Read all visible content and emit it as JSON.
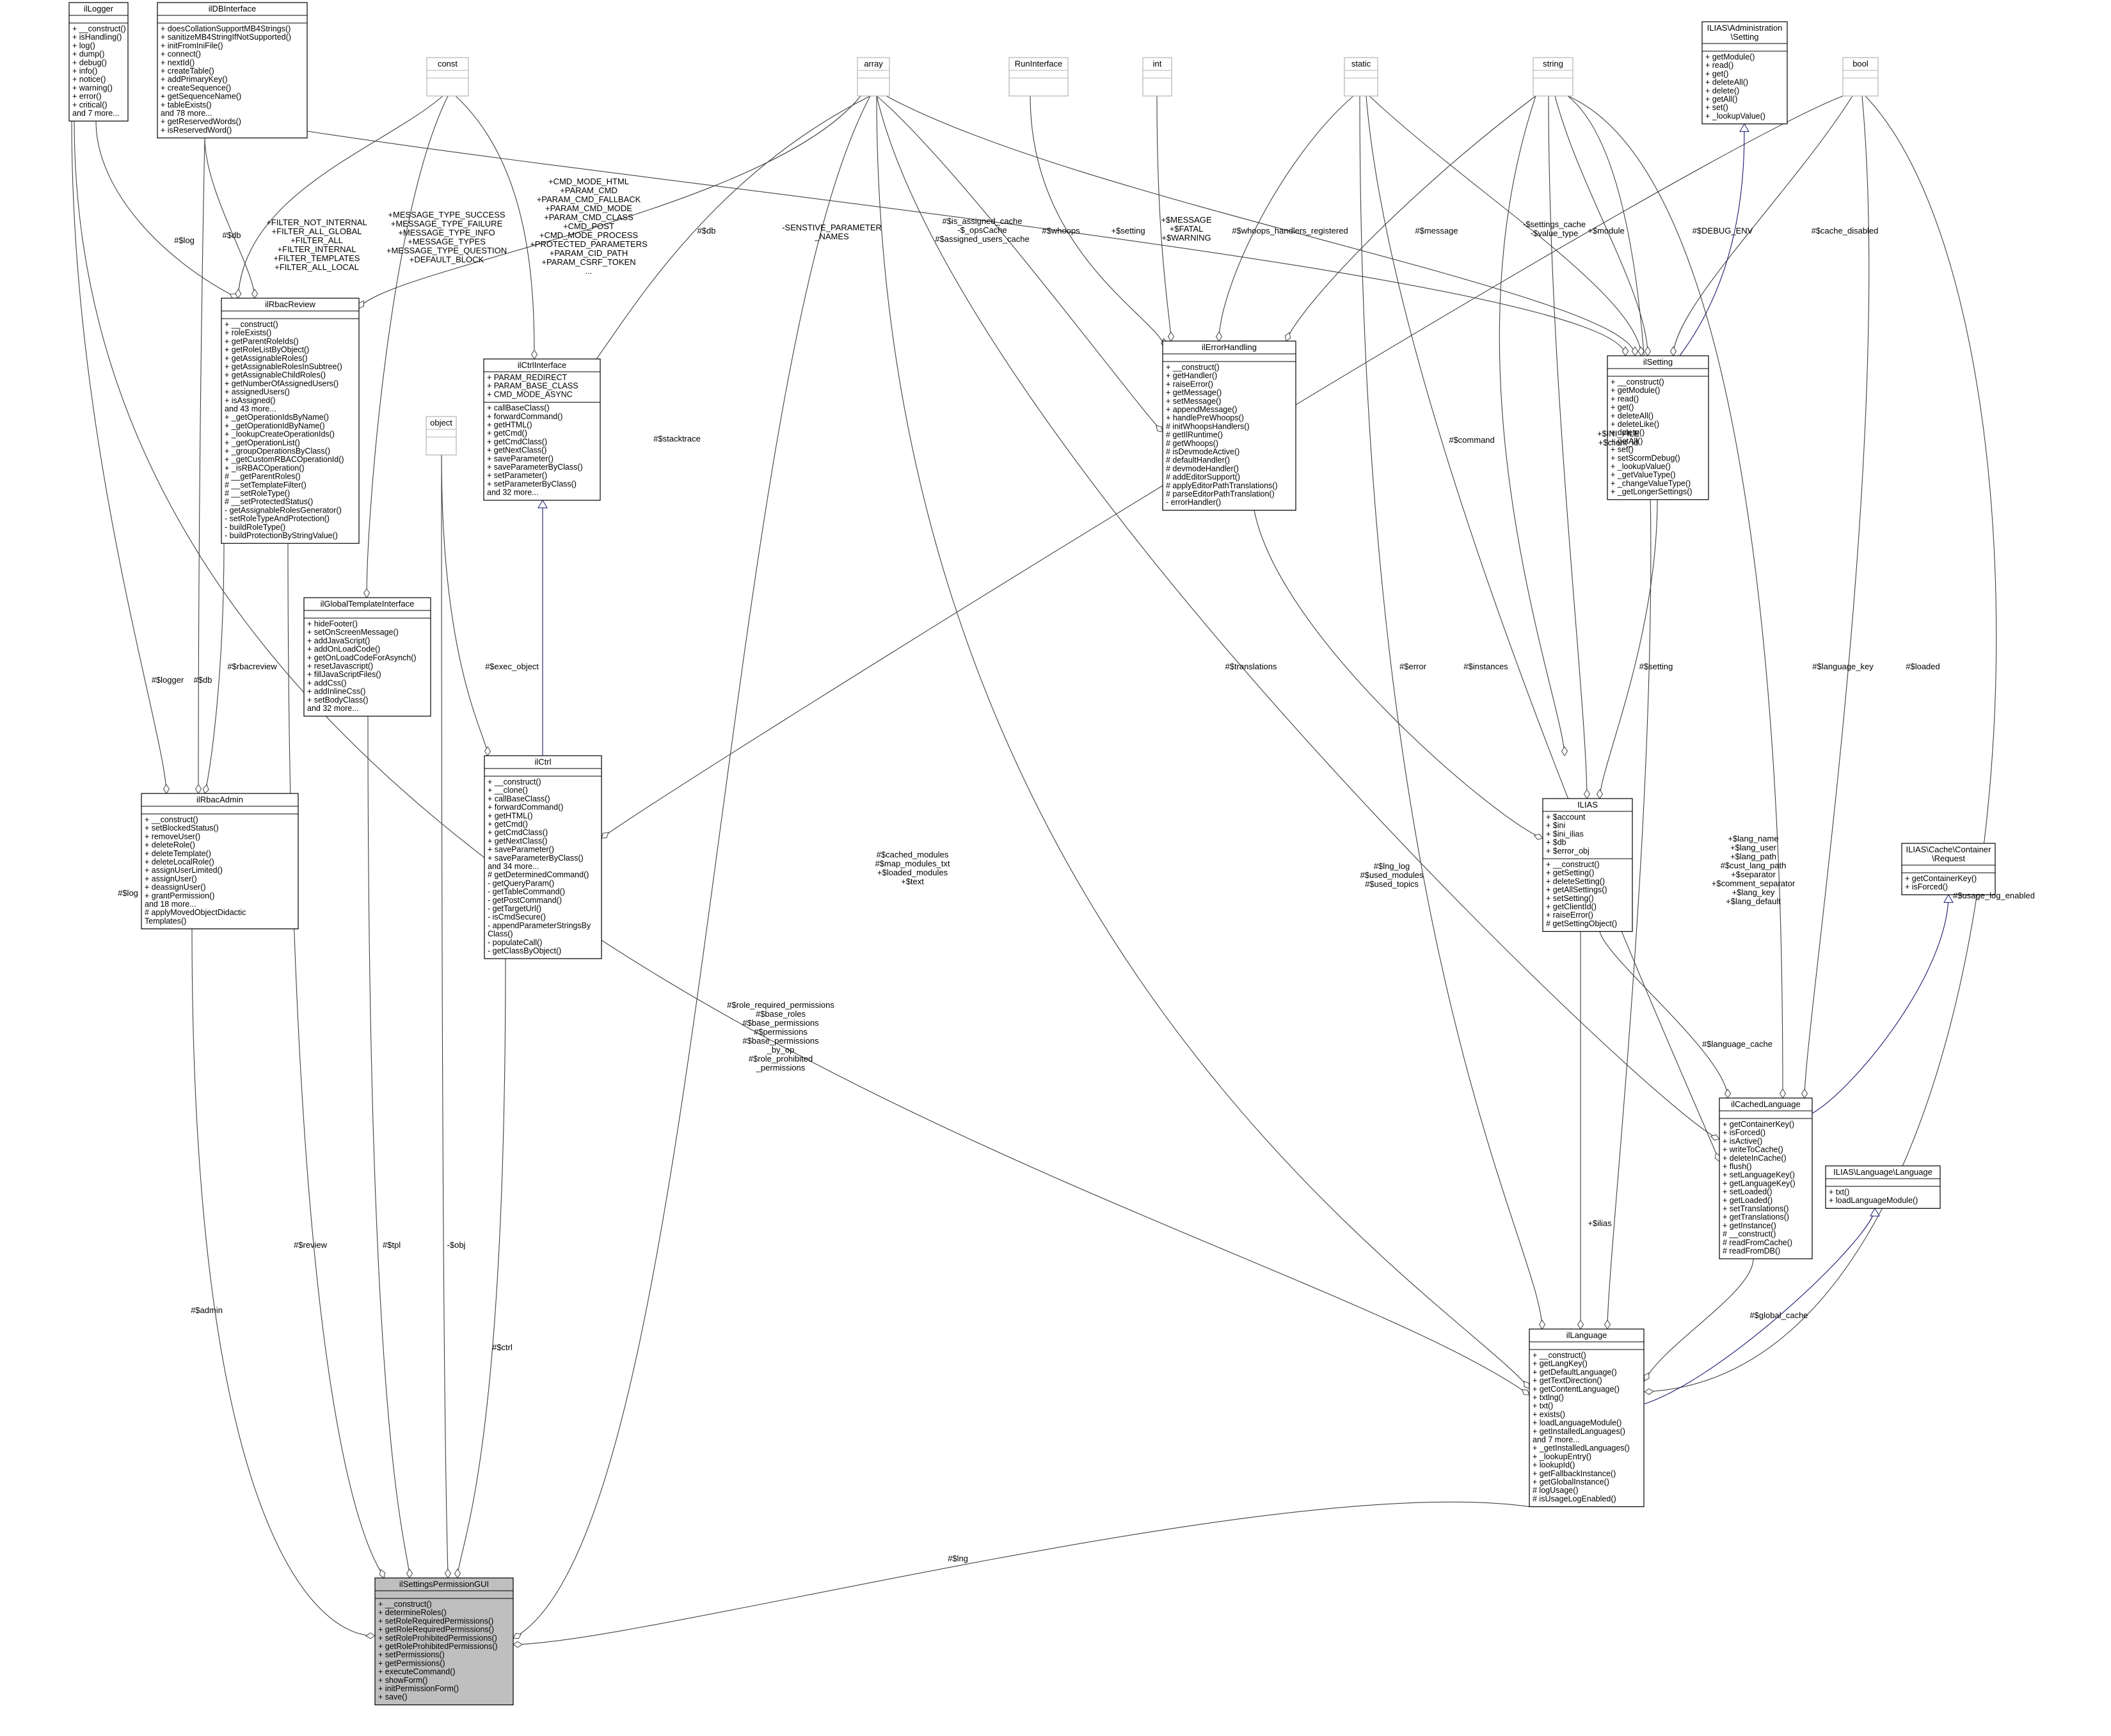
{
  "classes": [
    {
      "key": "illogger",
      "name": "ilLogger",
      "members": [
        "+ __construct()",
        "+ isHandling()",
        "+ log()",
        "+ dump()",
        "+ debug()",
        "+ info()",
        "+ notice()",
        "+ warning()",
        "+ error()",
        "+ critical()",
        "and 7 more..."
      ]
    },
    {
      "key": "ildbinterface",
      "name": "ilDBInterface",
      "members": [
        "+ doesCollationSupportMB4Strings()",
        "+ sanitizeMB4StringIfNotSupported()",
        "+ initFromIniFile()",
        "+ connect()",
        "+ nextId()",
        "+ createTable()",
        "+ addPrimaryKey()",
        "+ createSequence()",
        "+ getSequenceName()",
        "+ tableExists()",
        "and 78 more...",
        "+ getReservedWords()",
        "+ isReservedWord()"
      ]
    },
    {
      "key": "const",
      "name": "const",
      "members": []
    },
    {
      "key": "array",
      "name": "array",
      "members": []
    },
    {
      "key": "runinterface",
      "name": "RunInterface",
      "members": []
    },
    {
      "key": "int",
      "name": "int",
      "members": []
    },
    {
      "key": "static",
      "name": "static",
      "members": []
    },
    {
      "key": "string",
      "name": "string",
      "members": []
    },
    {
      "key": "adminsetting",
      "name": "ILIAS\\Administration\n\\Setting",
      "members": [
        "+ getModule()",
        "+ read()",
        "+ get()",
        "+ deleteAll()",
        "+ delete()",
        "+ getAll()",
        "+ set()",
        "+ _lookupValue()"
      ]
    },
    {
      "key": "bool",
      "name": "bool",
      "members": []
    },
    {
      "key": "ilrbacreview",
      "name": "ilRbacReview",
      "members": [
        "+ __construct()",
        "+ roleExists()",
        "+ getParentRoleIds()",
        "+ getRoleListByObject()",
        "+ getAssignableRoles()",
        "+ getAssignableRolesInSubtree()",
        "+ getAssignableChildRoles()",
        "+ getNumberOfAssignedUsers()",
        "+ assignedUsers()",
        "+ isAssigned()",
        "and 43 more...",
        "+ _getOperationIdsByName()",
        "+ _getOperationIdByName()",
        "+ _lookupCreateOperationIds()",
        "+ _getOperationList()",
        "+ _groupOperationsByClass()",
        "+ _getCustomRBACOperationId()",
        "+ _isRBACOperation()",
        "# __getParentRoles()",
        "# __setTemplateFilter()",
        "# __setRoleType()",
        "# __setProtectedStatus()",
        "- getAssignableRolesGenerator()",
        "- setRoleTypeAndProtection()",
        "- buildRoleType()",
        "- buildProtectionByStringValue()"
      ]
    },
    {
      "key": "object",
      "name": "object",
      "members": []
    },
    {
      "key": "ilctrlinterface",
      "name": "ilCtrlInterface",
      "attributes": [
        "+ PARAM_REDIRECT",
        "+ PARAM_BASE_CLASS",
        "+ CMD_MODE_ASYNC"
      ],
      "members": [
        "+ callBaseClass()",
        "+ forwardCommand()",
        "+ getHTML()",
        "+ getCmd()",
        "+ getCmdClass()",
        "+ getNextClass()",
        "+ saveParameter()",
        "+ saveParameterByClass()",
        "+ setParameter()",
        "+ setParameterByClass()",
        "and 32 more..."
      ]
    },
    {
      "key": "ilerrorhandling",
      "name": "ilErrorHandling",
      "members": [
        "+ __construct()",
        "+ getHandler()",
        "+ raiseError()",
        "+ getMessage()",
        "+ setMessage()",
        "+ appendMessage()",
        "+ handlePreWhoops()",
        "# initWhoopsHandlers()",
        "# getIlRuntime()",
        "# getWhoops()",
        "# isDevmodeActive()",
        "# defaultHandler()",
        "# devmodeHandler()",
        "# addEditorSupport()",
        "# applyEditorPathTranslations()",
        "# parseEditorPathTranslation()",
        "- errorHandler()"
      ]
    },
    {
      "key": "ilsetting",
      "name": "ilSetting",
      "members": [
        "+ __construct()",
        "+ getModule()",
        "+ read()",
        "+ get()",
        "+ deleteAll()",
        "+ deleteLike()",
        "+ delete()",
        "+ getAll()",
        "+ set()",
        "+ setScormDebug()",
        "+ _lookupValue()",
        "+ _getValueType()",
        "+ _changeValueType()",
        "+ _getLongerSettings()"
      ]
    },
    {
      "key": "ilglobaltemplateinterface",
      "name": "ilGlobalTemplateInterface",
      "members": [
        "+ hideFooter()",
        "+ setOnScreenMessage()",
        "+ addJavaScript()",
        "+ addOnLoadCode()",
        "+ getOnLoadCodeForAsynch()",
        "+ resetJavascript()",
        "+ fillJavaScriptFiles()",
        "+ addCss()",
        "+ addInlineCss()",
        "+ setBodyClass()",
        "and 32 more..."
      ]
    },
    {
      "key": "ilctrl",
      "name": "ilCtrl",
      "members": [
        "+ __construct()",
        "+ __clone()",
        "+ callBaseClass()",
        "+ forwardCommand()",
        "+ getHTML()",
        "+ getCmd()",
        "+ getCmdClass()",
        "+ getNextClass()",
        "+ saveParameter()",
        "+ saveParameterByClass()",
        "and 34 more...",
        "# getDeterminedCommand()",
        "- getQueryParam()",
        "- getTableCommand()",
        "- getPostCommand()",
        "- getTargetUrl()",
        "- isCmdSecure()",
        "- appendParameterStringsBy",
        "Class()",
        "- populateCall()",
        "- getClassByObject()"
      ]
    },
    {
      "key": "ilrbacadmin",
      "name": "ilRbacAdmin",
      "members": [
        "+ __construct()",
        "+ setBlockedStatus()",
        "+ removeUser()",
        "+ deleteRole()",
        "+ deleteTemplate()",
        "+ deleteLocalRole()",
        "+ assignUserLimited()",
        "+ assignUser()",
        "+ deassignUser()",
        "+ grantPermission()",
        "and 18 more...",
        "# applyMovedObjectDidactic",
        "Templates()"
      ]
    },
    {
      "key": "ilias",
      "name": "ILIAS",
      "attributes": [
        "+ $account",
        "+ $ini",
        "+ $ini_ilias",
        "+ $db",
        "+ $error_obj"
      ],
      "members": [
        "+ __construct()",
        "+ getSetting()",
        "+ deleteSetting()",
        "+ getAllSettings()",
        "+ setSetting()",
        "+ getClientId()",
        "+ raiseError()",
        "# getSettingObject()"
      ]
    },
    {
      "key": "cacherequest",
      "name": "ILIAS\\Cache\\Container\n\\Request",
      "members": [
        "+ getContainerKey()",
        "+ isForced()"
      ]
    },
    {
      "key": "ilcachedlanguage",
      "name": "ilCachedLanguage",
      "members": [
        "+ getContainerKey()",
        "+ isForced()",
        "+ isActive()",
        "+ writeToCache()",
        "+ deleteInCache()",
        "+ flush()",
        "+ setLanguageKey()",
        "+ getLanguageKey()",
        "+ setLoaded()",
        "+ getLoaded()",
        "+ setTranslations()",
        "+ getTranslations()",
        "+ getInstance()",
        "# __construct()",
        "# readFromCache()",
        "# readFromDB()"
      ]
    },
    {
      "key": "langlanguage",
      "name": "ILIAS\\Language\\Language",
      "members": [
        "+ txt()",
        "+ loadLanguageModule()"
      ]
    },
    {
      "key": "illanguage",
      "name": "ilLanguage",
      "members": [
        "+ __construct()",
        "+ getLangKey()",
        "+ getDefaultLanguage()",
        "+ getTextDirection()",
        "+ getContentLanguage()",
        "+ txtlng()",
        "+ txt()",
        "+ exists()",
        "+ loadLanguageModule()",
        "+ getInstalledLanguages()",
        "and 7 more...",
        "+ _getInstalledLanguages()",
        "+ _lookupEntry()",
        "+ lookupId()",
        "+ getFallbackInstance()",
        "+ getGlobalInstance()",
        "# logUsage()",
        "# isUsageLogEnabled()"
      ]
    },
    {
      "key": "ilsettingspermissiongui",
      "name": "ilSettingsPermissionGUI",
      "members": [
        "+ __construct()",
        "+ determineRoles()",
        "+ setRoleRequiredPermissions()",
        "+ getRoleRequiredPermissions()",
        "+ setRoleProhibitedPermissions()",
        "+ getRoleProhibitedPermissions()",
        "+ setPermissions()",
        "+ getPermissions()",
        "+ executeCommand()",
        "+ showForm()",
        "+ initPermissionForm()",
        "+ save()"
      ]
    }
  ],
  "relations": [
    {
      "key": "r_dblog",
      "from": "illogger",
      "to": "ilrbacreview",
      "label": "#$log"
    },
    {
      "key": "r_dbdb",
      "from": "ildbinterface",
      "to": "ilrbacreview",
      "label": "#$db"
    },
    {
      "key": "r_constreview",
      "from": "const",
      "to": "ilrbacreview",
      "label": "+FILTER_NOT_INTERNAL\n+FILTER_ALL_GLOBAL\n+FILTER_ALL\n+FILTER_INTERNAL\n+FILTER_TEMPLATES\n+FILTER_ALL_LOCAL"
    },
    {
      "key": "r_constgt",
      "from": "const",
      "to": "ilglobaltemplateinterface",
      "label": "+MESSAGE_TYPE_SUCCESS\n+MESSAGE_TYPE_FAILURE\n+MESSAGE_TYPE_INFO\n+MESSAGE_TYPES\n+MESSAGE_TYPE_QUESTION\n+DEFAULT_BLOCK"
    },
    {
      "key": "r_constctrl",
      "from": "const",
      "to": "ilctrlinterface",
      "label": "+CMD_MODE_HTML\n+PARAM_CMD\n+PARAM_CMD_FALLBACK\n+PARAM_CMD_MODE\n+PARAM_CMD_CLASS\n+CMD_POST\n+CMD_MODE_PROCESS\n+PROTECTED_PARAMETERS\n+PARAM_CID_PATH\n+PARAM_CSRF_TOKEN\n..."
    },
    {
      "key": "r_arrayctrl",
      "from": "array",
      "to": "ilctrlinterface",
      "label": "#$stacktrace"
    },
    {
      "key": "r_arrayerr",
      "from": "array",
      "to": "ilerrorhandling",
      "label": "-SENSTIVE_PARAMETER\n_NAMES"
    },
    {
      "key": "r_arrayreview",
      "from": "array",
      "to": "ilrbacreview",
      "label": "#$is_assigned_cache\n-$_opsCache\n#$assigned_users_cache"
    },
    {
      "key": "r_dbsetting",
      "from": "ildbinterface",
      "to": "ilsetting",
      "label": "#$db"
    },
    {
      "key": "r_whoops",
      "from": "runinterface",
      "to": "ilerrorhandling",
      "label": "#$whoops"
    },
    {
      "key": "r_settingset",
      "from": "array",
      "to": "ilsetting",
      "label": "+$setting"
    },
    {
      "key": "r_int",
      "from": "int",
      "to": "ilerrorhandling",
      "label": "+$MESSAGE\n+$FATAL\n+$WARNING"
    },
    {
      "key": "r_whoopsreg",
      "from": "static",
      "to": "ilerrorhandling",
      "label": "#$whoops_handlers_registered"
    },
    {
      "key": "r_message",
      "from": "string",
      "to": "ilerrorhandling",
      "label": "#$message"
    },
    {
      "key": "r_settings_cache",
      "from": "string",
      "to": "ilsetting",
      "label": "-$settings_cache\n-$value_type"
    },
    {
      "key": "r_module",
      "from": "string",
      "to": "ilsetting",
      "label": "+$module"
    },
    {
      "key": "r_debugenv",
      "from": "bool",
      "to": "ilctrl",
      "label": "#$DEBUG_ENV"
    },
    {
      "key": "r_cachedisabled",
      "from": "bool",
      "to": "ilsetting",
      "label": "#$cache_disabled"
    },
    {
      "key": "r_inherit_setting",
      "from": "ilsetting",
      "to": "adminsetting",
      "label": ""
    },
    {
      "key": "r_inherit_ctrl",
      "from": "ilctrl",
      "to": "ilctrlinterface",
      "label": ""
    },
    {
      "key": "r_logger",
      "from": "illogger",
      "to": "ilrbacadmin",
      "label": "#$logger"
    },
    {
      "key": "r_admindb",
      "from": "ildbinterface",
      "to": "ilrbacadmin",
      "label": "#$db"
    },
    {
      "key": "r_rbacreview",
      "from": "ilrbacreview",
      "to": "ilrbacadmin",
      "label": "#$rbacreview"
    },
    {
      "key": "r_execobj",
      "from": "object",
      "to": "ilctrl",
      "label": "#$exec_object"
    },
    {
      "key": "r_command",
      "from": "string",
      "to": "ilctrl",
      "label": "#$command"
    },
    {
      "key": "r_ini",
      "from": "string",
      "to": "ilias",
      "label": "+$INI_FILE\n+$client_id"
    },
    {
      "key": "r_error",
      "from": "ilerrorhandling",
      "to": "ilias",
      "label": "#$error"
    },
    {
      "key": "r_iliassetting",
      "from": "ilsetting",
      "to": "ilias",
      "label": "#$setting"
    },
    {
      "key": "r_translations",
      "from": "array",
      "to": "ilcachedlanguage",
      "label": "#$translations"
    },
    {
      "key": "r_instances",
      "from": "static",
      "to": "ilcachedlanguage",
      "label": "#$instances"
    },
    {
      "key": "r_langkey",
      "from": "string",
      "to": "ilcachedlanguage",
      "label": "#$language_key"
    },
    {
      "key": "r_loaded",
      "from": "bool",
      "to": "ilcachedlanguage",
      "label": "#$loaded"
    },
    {
      "key": "r_inherit_cache",
      "from": "ilcachedlanguage",
      "to": "cacherequest",
      "label": ""
    },
    {
      "key": "r_langcache",
      "from": "ilias",
      "to": "ilcachedlanguage",
      "label": "#$language_cache"
    },
    {
      "key": "r_langvars",
      "from": "string",
      "to": "illanguage",
      "label": "+$lang_name\n+$lang_user\n+$lang_path\n#$cust_lang_path\n+$separator\n+$comment_separator\n+$lang_key\n+$lang_default"
    },
    {
      "key": "r_cachedmod",
      "from": "array",
      "to": "illanguage",
      "label": "#$cached_modules\n#$map_modules_txt\n+$loaded_modules\n+$text"
    },
    {
      "key": "r_lnglog",
      "from": "static",
      "to": "illanguage",
      "label": "#$lng_log\n#$used_modules\n#$used_topics"
    },
    {
      "key": "r_ilias",
      "from": "ilias",
      "to": "illanguage",
      "label": "+$ilias"
    },
    {
      "key": "r_globalcache",
      "from": "ilcachedlanguage",
      "to": "illanguage",
      "label": "#$global_cache"
    },
    {
      "key": "r_usagelog",
      "from": "bool",
      "to": "illanguage",
      "label": "#$usage_log_enabled"
    },
    {
      "key": "r_inherit_lang",
      "from": "illanguage",
      "to": "langlanguage",
      "label": ""
    },
    {
      "key": "r_loglang",
      "from": "illogger",
      "to": "illanguage",
      "label": "#$log"
    },
    {
      "key": "r_perms",
      "from": "array",
      "to": "ilsettingspermissiongui",
      "label": "#$role_required_permissions\n#$base_roles\n#$base_permissions\n#$permissions\n#$base_permissions\n_by_op\n#$role_prohibited\n_permissions"
    },
    {
      "key": "r_admin",
      "from": "ilrbacadmin",
      "to": "ilsettingspermissiongui",
      "label": "#$admin"
    },
    {
      "key": "r_review",
      "from": "ilrbacreview",
      "to": "ilsettingspermissiongui",
      "label": "#$review"
    },
    {
      "key": "r_tpl",
      "from": "ilglobaltemplateinterface",
      "to": "ilsettingspermissiongui",
      "label": "#$tpl"
    },
    {
      "key": "r_obj",
      "from": "object",
      "to": "ilsettingspermissiongui",
      "label": "-$obj"
    },
    {
      "key": "r_ctrl",
      "from": "ilctrl",
      "to": "ilsettingspermissiongui",
      "label": "#$ctrl"
    },
    {
      "key": "r_lng",
      "from": "illanguage",
      "to": "ilsettingspermissiongui",
      "label": "#$lng"
    }
  ]
}
